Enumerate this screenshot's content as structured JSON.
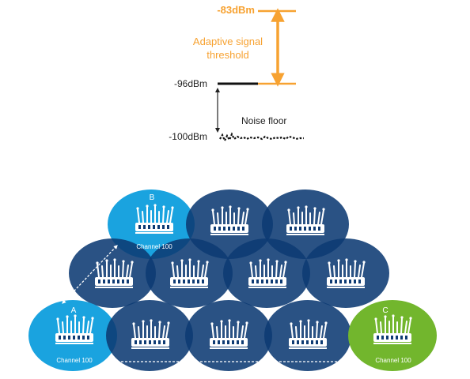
{
  "threshold": {
    "top_value": "-83dBm",
    "label_line1": "Adaptive signal",
    "label_line2": "threshold",
    "mid_value": "-96dBm",
    "bottom_value": "-100dBm",
    "noise_label": "Noise floor"
  },
  "cells": {
    "a": {
      "letter": "A",
      "channel": "Channel 100"
    },
    "b": {
      "letter": "B",
      "channel": "Channel 100"
    },
    "c": {
      "letter": "C",
      "channel": "Channel 100"
    }
  },
  "colors": {
    "orange": "#f7a231",
    "dark_blue": "#0d3a73",
    "light_blue": "#1aa3df",
    "green": "#72b62d"
  },
  "icons": {
    "access_point": "access-point-icon"
  }
}
